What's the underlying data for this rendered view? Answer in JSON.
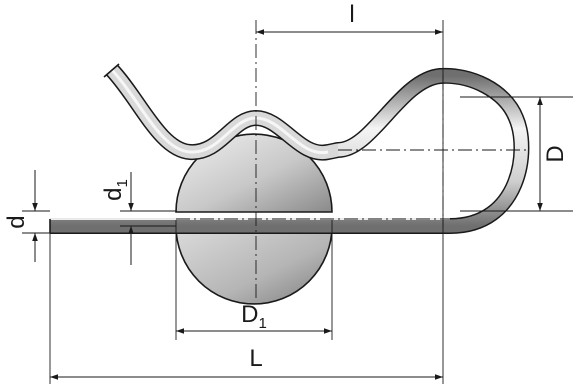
{
  "dimensions": {
    "l": {
      "label": "l"
    },
    "D": {
      "label": "D"
    },
    "d": {
      "label": "d"
    },
    "d1": {
      "base": "d",
      "sub": "1"
    },
    "D1": {
      "base": "D",
      "sub": "1"
    },
    "L": {
      "label": "L"
    }
  },
  "colors": {
    "line": "#1a1a1a",
    "wire_light": "#f2f2f2",
    "wire_dark": "#7a7a7a",
    "pin_light": "#efefef",
    "pin_dark": "#8c8c8c"
  }
}
